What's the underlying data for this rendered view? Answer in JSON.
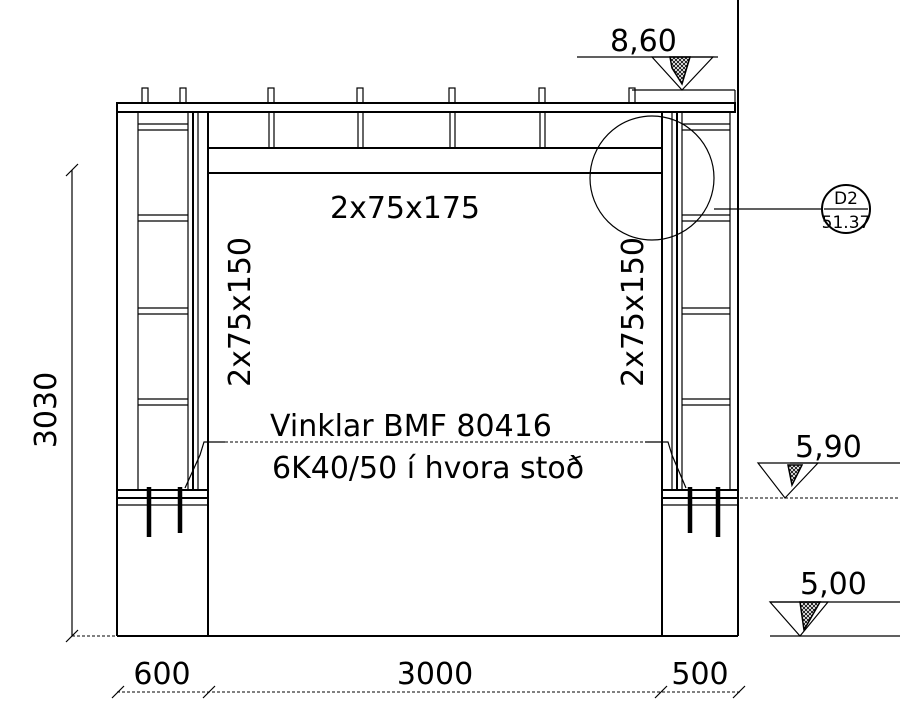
{
  "labels": {
    "beam": "2x75x175",
    "post_left": "2x75x150",
    "post_right": "2x75x150",
    "note_line1": "Vinklar BMF 80416",
    "note_line2": "6K40/50 í hvora stoð",
    "detail_top": "D2",
    "detail_bottom": "51.37"
  },
  "levels": {
    "top": "8,60",
    "middle": "5,90",
    "bottom": "5,00"
  },
  "dimensions": {
    "height": "3030",
    "left": "600",
    "center": "3000",
    "right": "500"
  }
}
